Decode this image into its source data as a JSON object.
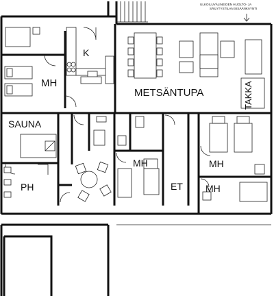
{
  "plan": {
    "rooms": {
      "kitchen": "K",
      "bedroom_nw": "MH",
      "living": "METSÄNTUPA",
      "fireplace": "TAKKA",
      "sauna": "SAUNA",
      "wash": "PH",
      "bedroom_mid": "MH",
      "entry": "ET",
      "bedroom_e1": "MH",
      "bedroom_e2": "MH"
    },
    "notes": {
      "line1": "ULKOILUVÄLINEIDEN HUOLTO- JA",
      "line2": "SÄILYTYSTILAN SISÄÄNKÄYNTI"
    }
  }
}
